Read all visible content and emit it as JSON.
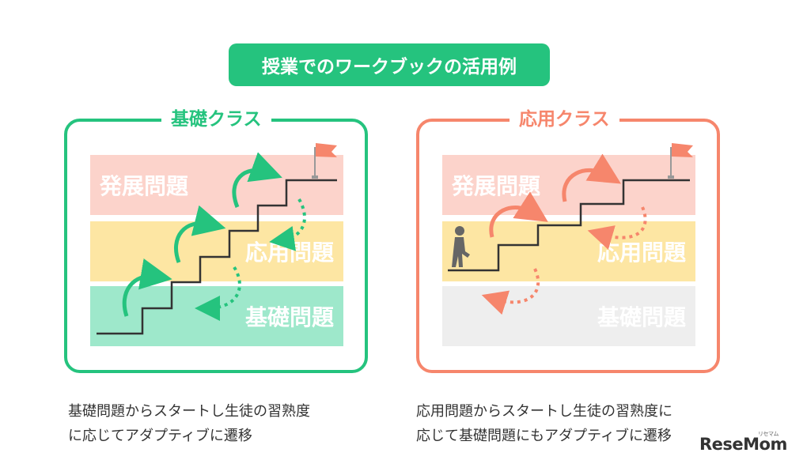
{
  "title": "授業でのワークブックの活用例",
  "panels": {
    "basic": {
      "label": "基礎クラス",
      "bands": [
        "発展問題",
        "応用問題",
        "基礎問題"
      ],
      "caption_lines": [
        "基礎問題からスタートし生徒の習熟度",
        "に応じてアダプティブに遷移"
      ]
    },
    "applied": {
      "label": "応用クラス",
      "bands": [
        "発展問題",
        "応用問題",
        "基礎問題"
      ],
      "caption_lines": [
        "応用問題からスタートし生徒の習熟度に",
        "応じて基礎問題にもアダプティブに遷移"
      ]
    }
  },
  "watermark": {
    "text": "ReseMom",
    "sub": "リセマム"
  },
  "colors": {
    "green": "#25c37e",
    "coral": "#f6866c",
    "pink_band": "#fcd3cb",
    "yellow_band": "#fde6a3",
    "mint_band": "#9ee8cb",
    "grey_band": "#eeeeee"
  }
}
